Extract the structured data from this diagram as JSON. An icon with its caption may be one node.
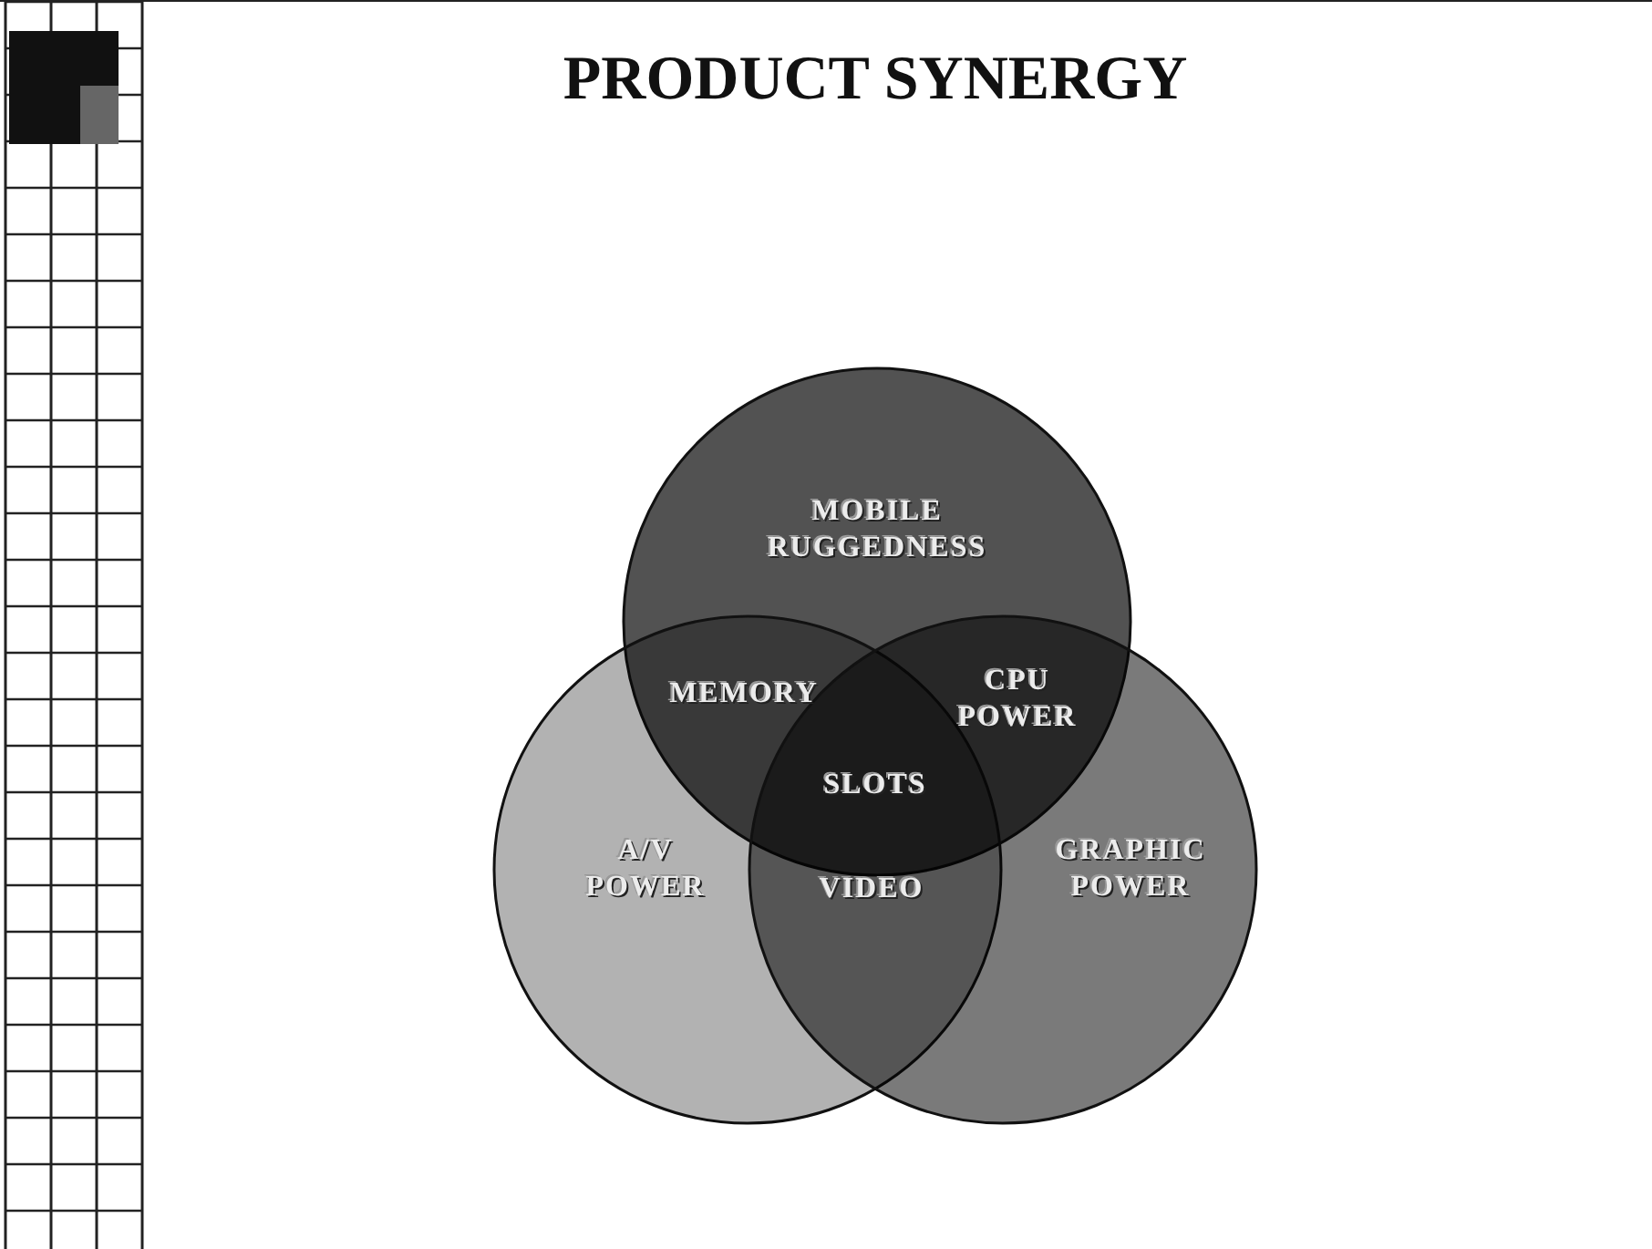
{
  "diagram": {
    "title": "PRODUCT SYNERGY",
    "nodes": [
      {
        "text": [
          "MOBILE RUGGEDNESS"
        ]
      },
      {
        "text": [
          "A/V POWER"
        ]
      },
      {
        "text": [
          "GRAPHIC POWER"
        ]
      }
    ],
    "labels": [
      "MEMORY",
      "CPU POWER",
      "SLOTS",
      "VIDEO"
    ]
  }
}
